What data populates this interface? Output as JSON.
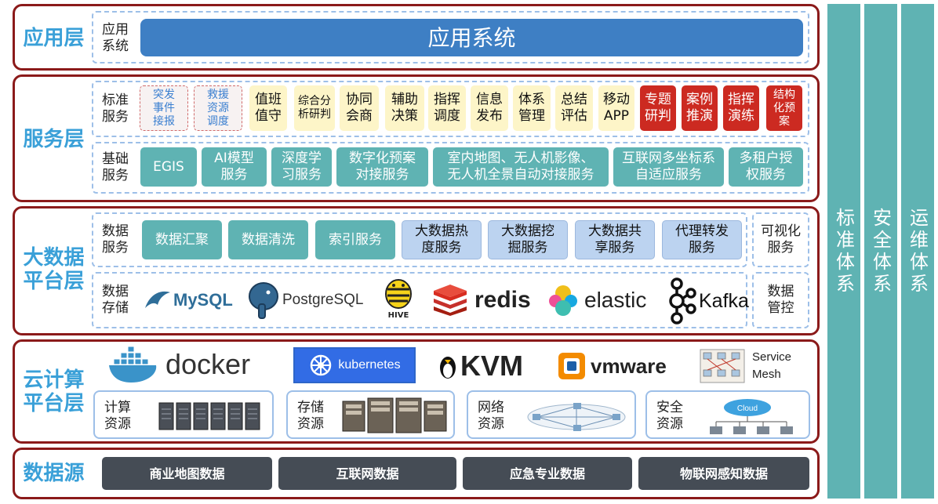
{
  "layers": {
    "app": {
      "title": "应用层",
      "row_label": "应用\n系统",
      "main": "应用系统"
    },
    "service": {
      "title": "服务层",
      "standard_label": "标准\n服务",
      "standard_items": [
        {
          "text": "突发\n事件\n接报",
          "style": "pinkdash"
        },
        {
          "text": "救援\n资源\n调度",
          "style": "pinkdash"
        },
        {
          "text": "值班\n值守",
          "style": "yellow"
        },
        {
          "text": "综合分\n析研判",
          "style": "yellow"
        },
        {
          "text": "协同\n会商",
          "style": "yellow"
        },
        {
          "text": "辅助\n决策",
          "style": "yellow"
        },
        {
          "text": "指挥\n调度",
          "style": "yellow"
        },
        {
          "text": "信息\n发布",
          "style": "yellow"
        },
        {
          "text": "体系\n管理",
          "style": "yellow"
        },
        {
          "text": "总结\n评估",
          "style": "yellow"
        },
        {
          "text": "移动\nAPP",
          "style": "yellow"
        },
        {
          "text": "专题\n研判",
          "style": "red"
        },
        {
          "text": "案例\n推演",
          "style": "red"
        },
        {
          "text": "指挥\n演练",
          "style": "red"
        },
        {
          "text": "结构\n化预\n案",
          "style": "red"
        }
      ],
      "basic_label": "基础\n服务",
      "basic_items": [
        "EGIS",
        "AI模型\n服务",
        "深度学\n习服务",
        "数字化预案\n对接服务",
        "室内地图、无人机影像、\n无人机全景自动对接服务",
        "互联网多坐标系\n自适应服务",
        "多租户授\n权服务"
      ]
    },
    "bigdata": {
      "title": "大数据\n平台层",
      "service_label": "数据\n服务",
      "service_items": [
        {
          "text": "数据汇聚",
          "style": "teal"
        },
        {
          "text": "数据清洗",
          "style": "teal"
        },
        {
          "text": "索引服务",
          "style": "teal"
        },
        {
          "text": "大数据热\n度服务",
          "style": "blue"
        },
        {
          "text": "大数据挖\n掘服务",
          "style": "blue"
        },
        {
          "text": "大数据共\n享服务",
          "style": "blue"
        },
        {
          "text": "代理转发\n服务",
          "style": "blue"
        }
      ],
      "visual": "可视化\n服务",
      "storage_label": "数据\n存储",
      "logos": {
        "mysql": "MySQL",
        "postgres": "PostgreSQL",
        "hive": "HIVE",
        "redis": "redis",
        "elastic": "elastic",
        "kafka": "Kafka"
      },
      "monitor": "数据\n管控"
    },
    "cloud": {
      "title": "云计算\n平台层",
      "logos": {
        "docker": "docker",
        "kubernetes": "kubernetes",
        "kvm": "KVM",
        "vmware": "vmware",
        "mesh": "Service\nMesh"
      },
      "resources": [
        "计算\n资源",
        "存储\n资源",
        "网络\n资源",
        "安全\n资源"
      ],
      "cloud_word": "Cloud"
    },
    "source": {
      "title": "数据源",
      "items": [
        "商业地图数据",
        "互联网数据",
        "应急专业数据",
        "物联网感知数据"
      ]
    }
  },
  "side_columns": [
    "标准体系",
    "安全体系",
    "运维体系"
  ],
  "colors": {
    "border": "#8b1a1a",
    "title": "#3aa0d8",
    "teal": "#5fb3b3",
    "app_blue": "#3e7fc4",
    "red": "#cc2a21",
    "yellow": "#fdf5c8",
    "dark": "#454c55"
  }
}
